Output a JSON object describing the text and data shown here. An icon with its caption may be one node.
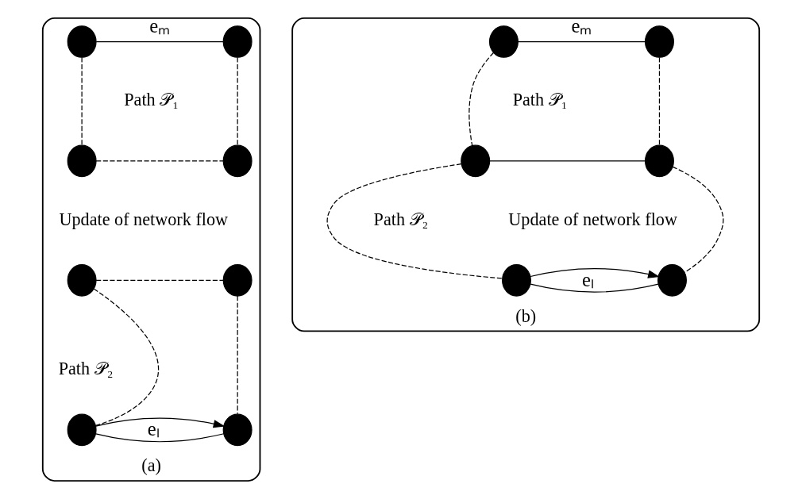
{
  "diagram": {
    "nodes": [
      {
        "text": [],
        "shape": "ellipse",
        "beside": [
          "(a)"
        ]
      },
      {
        "text": [],
        "shape": "circle",
        "in": 0
      },
      {
        "text": [],
        "shape": "circle",
        "in": 0
      },
      {
        "text": [],
        "shape": "circle",
        "in": 0
      },
      {
        "text": [],
        "shape": "circle",
        "in": 0
      },
      {
        "text": [],
        "shape": "circle",
        "in": 0
      },
      {
        "text": [],
        "shape": "circle",
        "in": 0
      },
      {
        "text": [],
        "shape": "circle",
        "in": 0
      },
      {
        "text": [],
        "shape": "circle",
        "in": 0
      },
      {
        "text": [],
        "shape": "ellipse",
        "beside": [
          "(b)"
        ]
      },
      {
        "text": [],
        "shape": "circle",
        "in": 9
      },
      {
        "text": [],
        "shape": "circle",
        "in": 9
      },
      {
        "text": [],
        "shape": "circle",
        "in": 9
      },
      {
        "text": [],
        "shape": "circle",
        "in": 9
      },
      {
        "text": [],
        "shape": "circle",
        "in": 9
      },
      {
        "text": [],
        "shape": "circle",
        "in": 9
      }
    ],
    "edges": [
      {
        "from": 1,
        "to": 2,
        "arrow": "none",
        "label": "eₘ"
      },
      {
        "from": 1,
        "to": 3,
        "arrow": "none",
        "style": "dashed"
      },
      {
        "from": 2,
        "to": 4,
        "arrow": "none",
        "style": "dashed"
      },
      {
        "from": 3,
        "to": 4,
        "arrow": "none",
        "style": "dashed"
      },
      {
        "from": 5,
        "to": 6,
        "arrow": "none",
        "style": "dashed"
      },
      {
        "from": 7,
        "to": 5,
        "arrow": "none",
        "style": "dashed"
      },
      {
        "from": 6,
        "to": 8,
        "arrow": "none",
        "style": "dashed"
      },
      {
        "from": 7,
        "to": 8,
        "arrow": "none",
        "label": "eₗ"
      },
      {
        "from": 7,
        "to": 8,
        "arrow": "to"
      },
      {
        "from": 10,
        "to": 11,
        "arrow": "none",
        "label": "eₘ"
      },
      {
        "from": 10,
        "to": 12,
        "arrow": "none",
        "style": "dashed"
      },
      {
        "from": 11,
        "to": 13,
        "arrow": "none",
        "style": "dashed"
      },
      {
        "from": 12,
        "to": 13,
        "arrow": "none"
      },
      {
        "from": 12,
        "to": 14,
        "arrow": "none",
        "style": "dashed"
      },
      {
        "from": 13,
        "to": 15,
        "arrow": "none",
        "style": "dashed"
      },
      {
        "from": 14,
        "to": 15,
        "arrow": "none",
        "label": "eₗ"
      },
      {
        "from": 14,
        "to": 15,
        "arrow": "to"
      }
    ],
    "labels": [
      "Path 𝒫₁",
      "Update of network flow",
      "Path 𝒫₂",
      "Path 𝒫₁",
      "Path 𝒫₂",
      "Update of network flow"
    ]
  }
}
